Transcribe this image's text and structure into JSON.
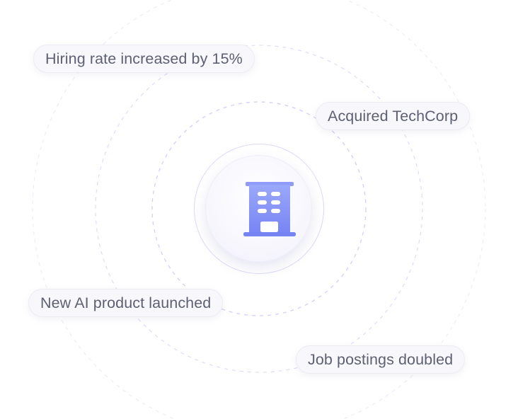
{
  "center": {
    "icon": "building-icon",
    "ring_color": "#cfd0f6",
    "icon_color": "#7f8cf5"
  },
  "events": [
    {
      "label": "Hiring rate increased by 15%"
    },
    {
      "label": "Acquired TechCorp"
    },
    {
      "label": "New AI product launched"
    },
    {
      "label": "Job postings doubled"
    }
  ]
}
